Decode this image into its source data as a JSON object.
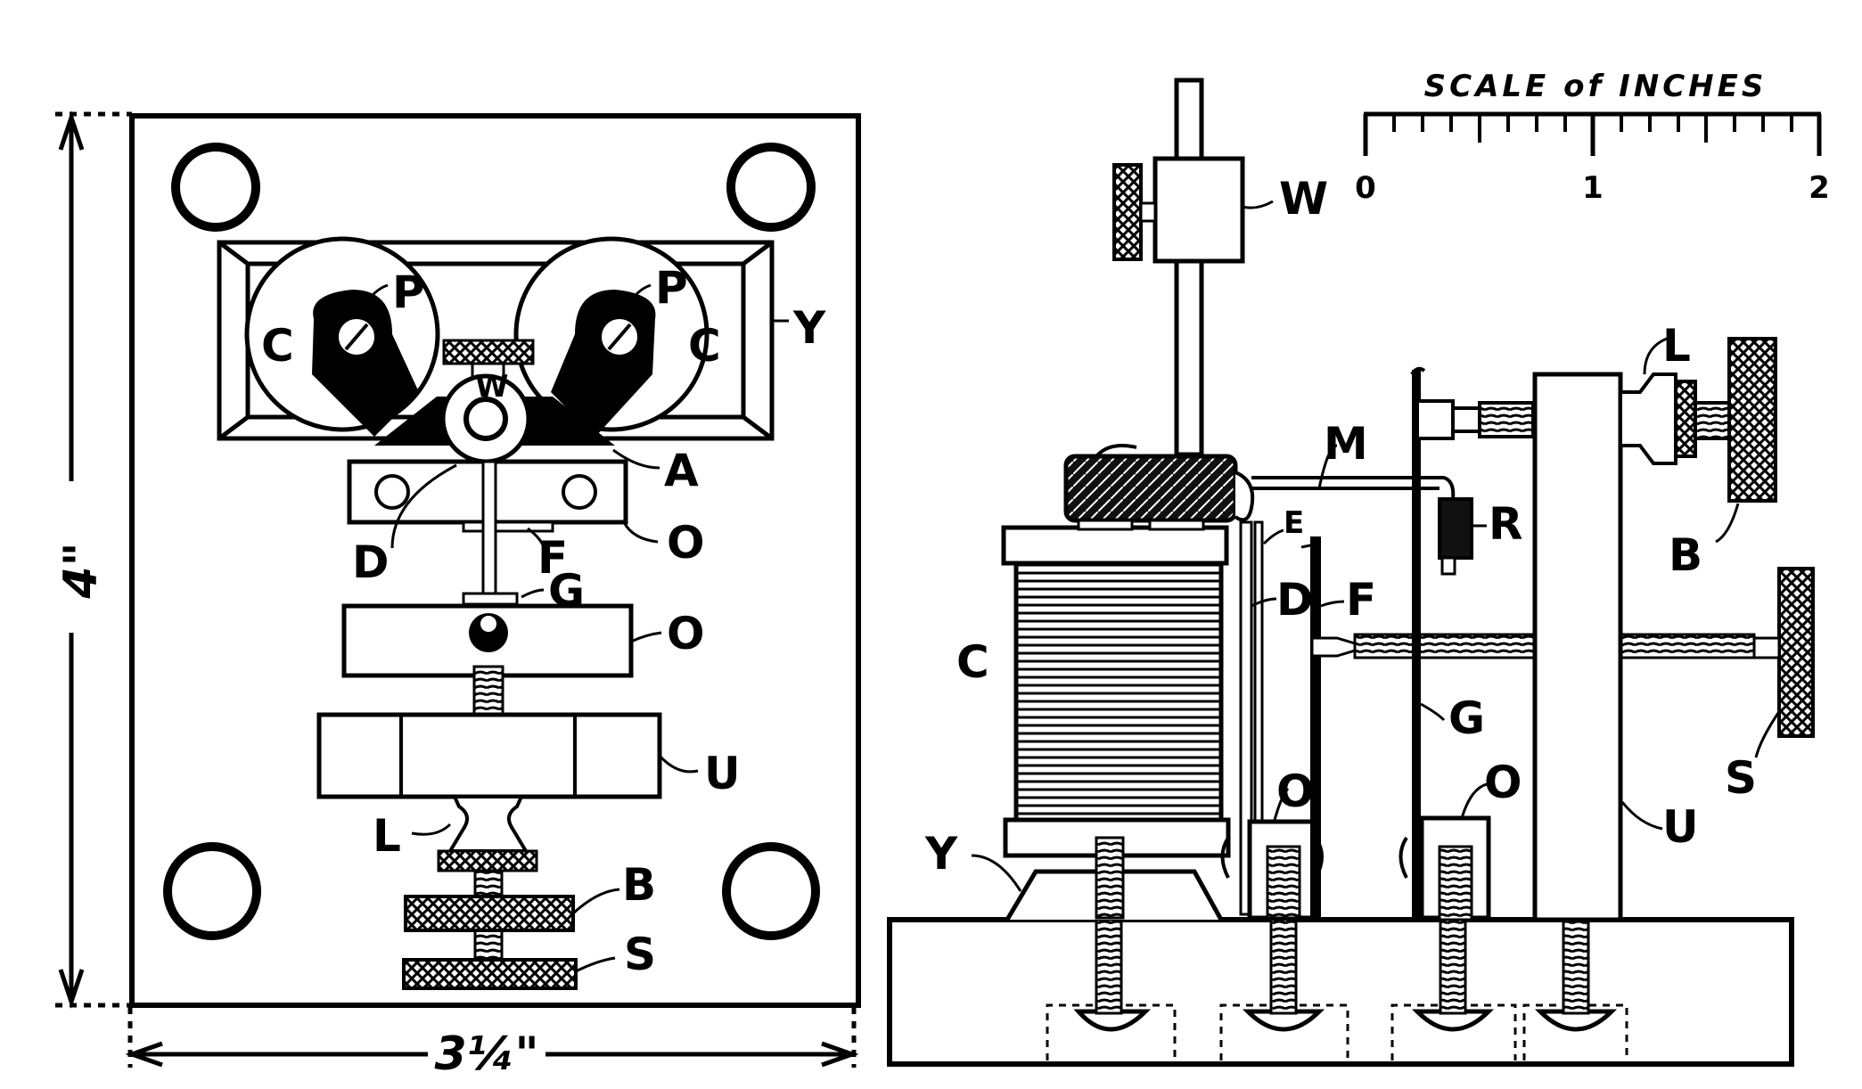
{
  "scale": {
    "title": "SCALE of INCHES",
    "tick_labels": [
      "0",
      "1",
      "2"
    ]
  },
  "dimensions": {
    "height": "4\"",
    "width": "3¼\""
  },
  "plan_view_labels": {
    "P_left": "P",
    "P_right": "P",
    "C_left": "C",
    "C_right": "C",
    "Y": "Y",
    "W": "W",
    "A": "A",
    "D": "D",
    "F": "F",
    "O_upper": "O",
    "G": "G",
    "O_lower": "O",
    "U": "U",
    "L": "L",
    "B": "B",
    "S": "S"
  },
  "side_view_labels": {
    "W": "W",
    "L": "L",
    "M": "M",
    "E": "E",
    "R": "R",
    "B": "B",
    "D": "D",
    "F": "F",
    "C": "C",
    "G": "G",
    "S": "S",
    "O_left": "O",
    "O_right": "O",
    "U": "U",
    "Y": "Y"
  }
}
